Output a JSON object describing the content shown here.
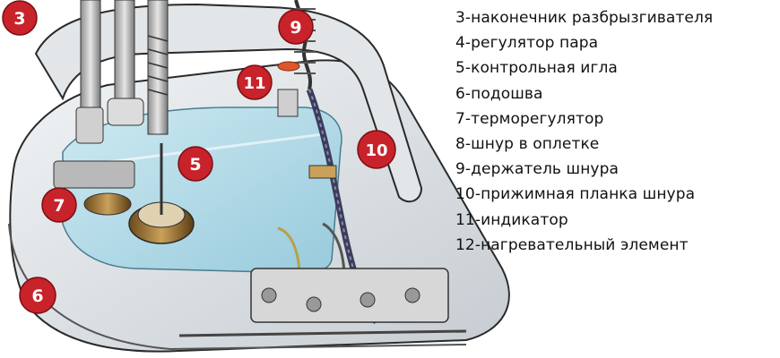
{
  "legend": {
    "items": [
      "3-наконечник разбрызгивателя",
      "4-регулятор пара",
      "5-контрольная игла",
      "6-подошва",
      "7-терморегулятор",
      "8-шнур в оплетке",
      "9-держатель шнура",
      "10-прижимная планка шнура",
      "11-индикатор",
      "12-нагревательный элемент"
    ]
  },
  "callouts": {
    "c3": "3",
    "c5": "5",
    "c6": "6",
    "c7": "7",
    "c9": "9",
    "c10": "10",
    "c11": "11"
  },
  "colors": {
    "callout_fill": "#c8222a",
    "water": "#a9d8e6",
    "metal": "#c9c9c9",
    "outline": "#2a2a2a"
  }
}
